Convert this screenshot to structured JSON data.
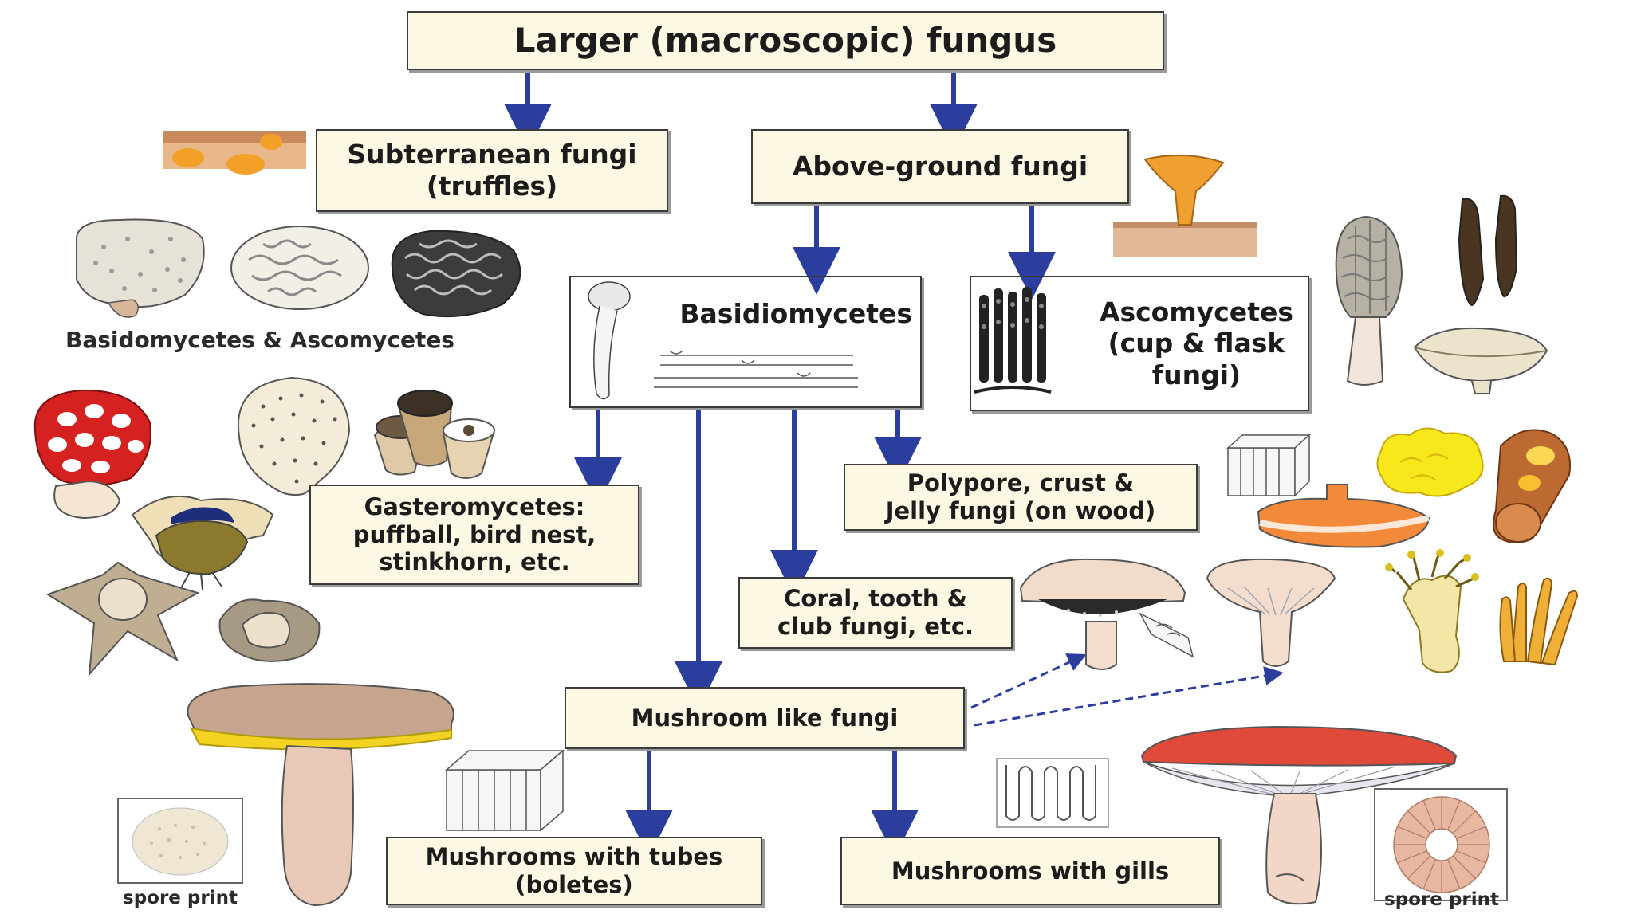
{
  "nodes": {
    "root": "Larger (macroscopic) fungus",
    "subterranean": "Subterranean fungi\n(truffles)",
    "above": "Above-ground fungi",
    "basidio": "Basidiomycetes",
    "asco": "Ascomycetes\n(cup & flask\nfungi)",
    "gastero": "Gasteromycetes:\npuffball, bird nest,\nstinkhorn, etc.",
    "polypore": "Polypore, crust &\nJelly fungi (on wood)",
    "coral": "Coral, tooth &\nclub fungi, etc.",
    "mushroom": "Mushroom like fungi",
    "tubes": "Mushrooms with tubes\n(boletes)",
    "gills": "Mushrooms with gills"
  },
  "labels": {
    "basi_asco": "Basidomycetes & Ascomycetes",
    "spore_left": "spore print",
    "spore_right": "spore print"
  },
  "colors": {
    "arrow": "#2b3e9e",
    "box_fill": "#fdf8e4",
    "box_border": "#3a3a3a"
  }
}
